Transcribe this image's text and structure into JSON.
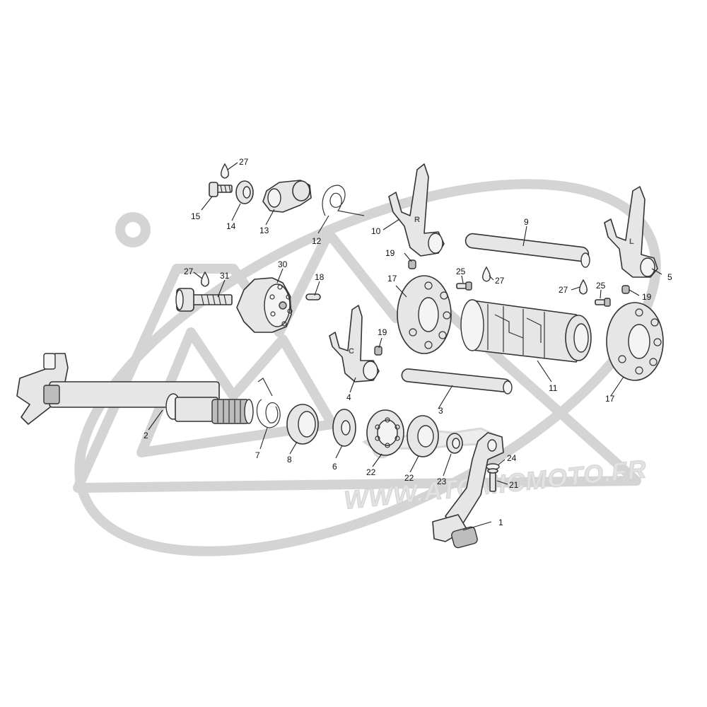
{
  "watermark": {
    "text": "WWW.ATOMICMOTO.FR"
  },
  "fork_letters": {
    "fork_10": "R",
    "fork_5": "L",
    "fork_4": "C"
  },
  "callouts": [
    {
      "id": "c1",
      "label": "1"
    },
    {
      "id": "c2",
      "label": "2"
    },
    {
      "id": "c3",
      "label": "3"
    },
    {
      "id": "c4",
      "label": "4"
    },
    {
      "id": "c5",
      "label": "5"
    },
    {
      "id": "c6",
      "label": "6"
    },
    {
      "id": "c7",
      "label": "7"
    },
    {
      "id": "c8",
      "label": "8"
    },
    {
      "id": "c9",
      "label": "9"
    },
    {
      "id": "c10",
      "label": "10"
    },
    {
      "id": "c11",
      "label": "11"
    },
    {
      "id": "c12",
      "label": "12"
    },
    {
      "id": "c13",
      "label": "13"
    },
    {
      "id": "c14",
      "label": "14"
    },
    {
      "id": "c15",
      "label": "15"
    },
    {
      "id": "c17a",
      "label": "17"
    },
    {
      "id": "c17b",
      "label": "17"
    },
    {
      "id": "c18",
      "label": "18"
    },
    {
      "id": "c19a",
      "label": "19"
    },
    {
      "id": "c19b",
      "label": "19"
    },
    {
      "id": "c19c",
      "label": "19"
    },
    {
      "id": "c21",
      "label": "21"
    },
    {
      "id": "c22a",
      "label": "22"
    },
    {
      "id": "c22b",
      "label": "22"
    },
    {
      "id": "c23",
      "label": "23"
    },
    {
      "id": "c24",
      "label": "24"
    },
    {
      "id": "c25a",
      "label": "25"
    },
    {
      "id": "c25b",
      "label": "25"
    },
    {
      "id": "c27a",
      "label": "27"
    },
    {
      "id": "c27b",
      "label": "27"
    },
    {
      "id": "c27c",
      "label": "27"
    },
    {
      "id": "c27d",
      "label": "27"
    },
    {
      "id": "c30",
      "label": "30"
    },
    {
      "id": "c31",
      "label": "31"
    }
  ]
}
